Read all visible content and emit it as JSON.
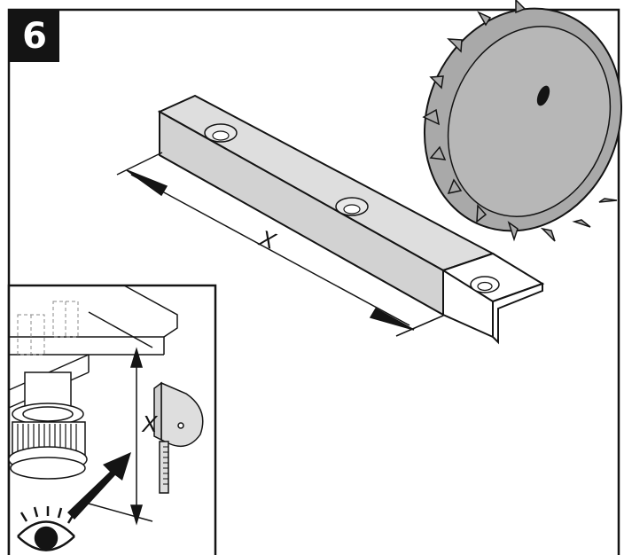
{
  "step": {
    "number": "6"
  },
  "dimensions": {
    "main_label": "X",
    "inset_label": "X"
  },
  "colors": {
    "line": "#141414",
    "wood_top": "#dedede",
    "wood_side": "#cfcfcf",
    "blade": "#a9a9a9",
    "frame": "#141414"
  },
  "icons": [
    "saw-blade-icon",
    "eye-icon",
    "arrow-icon",
    "gauge-icon"
  ]
}
